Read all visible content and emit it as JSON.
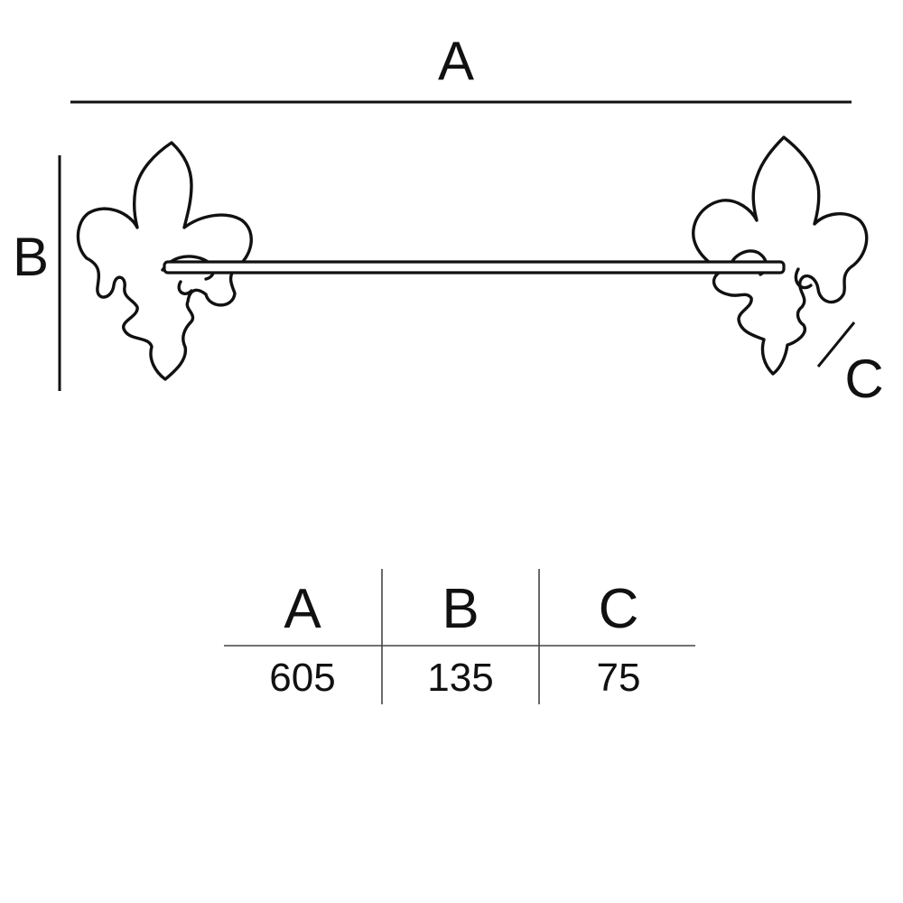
{
  "diagram": {
    "dimension_labels": {
      "a": "A",
      "b": "B",
      "c": "C"
    }
  },
  "table": {
    "headers": [
      "A",
      "B",
      "C"
    ],
    "values": [
      "605",
      "135",
      "75"
    ]
  }
}
